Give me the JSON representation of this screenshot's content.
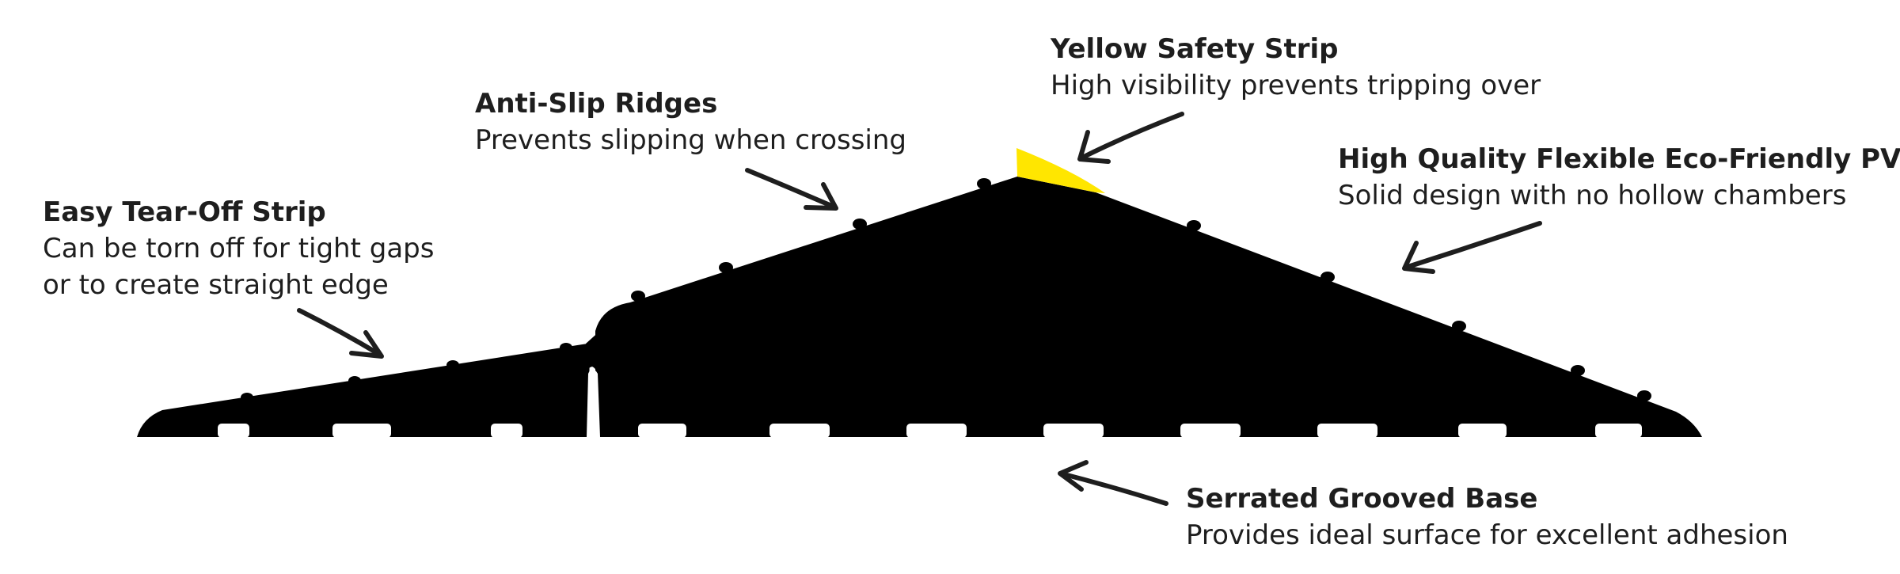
{
  "colors": {
    "ramp": "#000000",
    "safety_strip": "#ffe600",
    "text": "#1e1e1e",
    "arrows": "#1e1e1e",
    "background": "#ffffff"
  },
  "labels": {
    "tearoff": {
      "title": "Easy Tear-Off Strip",
      "line1": "Can be torn off for tight gaps",
      "line2": "or to create straight edge"
    },
    "ridges": {
      "title": "Anti-Slip Ridges",
      "line1": "Prevents slipping when crossing"
    },
    "yellow": {
      "title": "Yellow Safety Strip",
      "line1": "High visibility prevents tripping over"
    },
    "pvc": {
      "title": "High Quality Flexible Eco-Friendly PVC",
      "line1": "Solid design with no hollow chambers"
    },
    "base": {
      "title": "Serrated Grooved Base",
      "line1": "Provides ideal surface for excellent adhesion"
    }
  }
}
